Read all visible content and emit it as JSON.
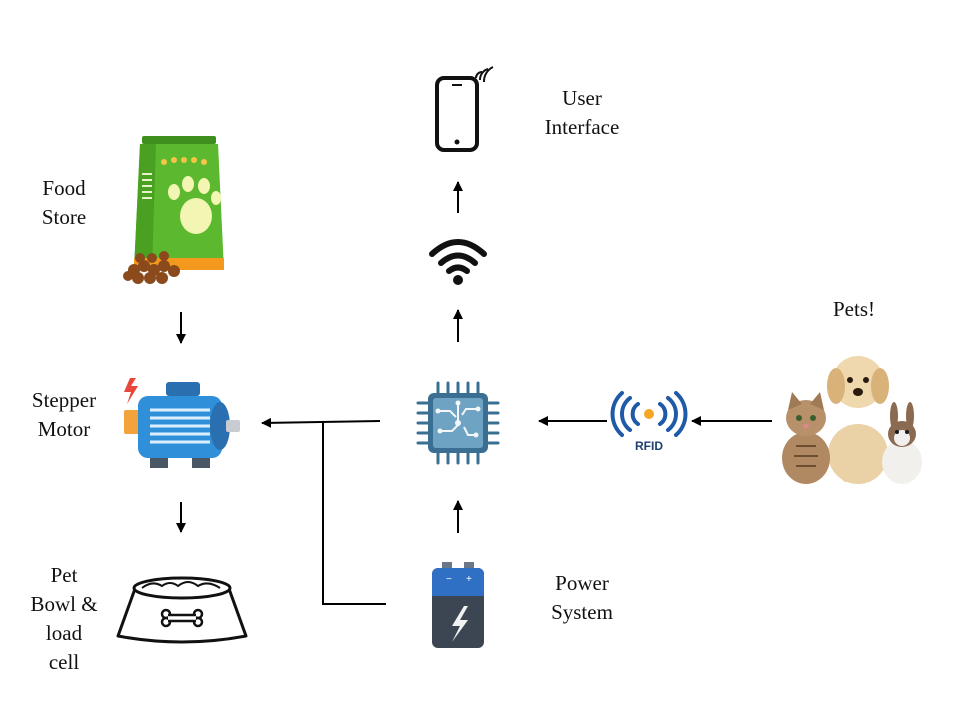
{
  "labels": {
    "user_interface": "User\nInterface",
    "food_store": "Food\nStore",
    "pets": "Pets!",
    "stepper_motor": "Stepper\nMotor",
    "power_system": "Power\nSystem",
    "pet_bowl": "Pet\nBowl &\nload\ncell",
    "rfid": "RFID"
  },
  "icons": {
    "phone": "smartphone-icon",
    "wifi": "wifi-icon",
    "mcu": "microcontroller-chip-icon",
    "rfid": "rfid-icon",
    "food": "pet-food-bag-icon",
    "motor": "stepper-motor-icon",
    "bowl": "pet-bowl-icon",
    "battery": "battery-icon",
    "pets": "pets-photo-icon"
  },
  "colors": {
    "arrow": "#000000",
    "bag_green": "#5cb82e",
    "motor_blue": "#2f8fd8",
    "chip_blue": "#3a6f93",
    "battery_blue": "#2f6fc4",
    "rfid_blue": "#1f5aa8",
    "rfid_orange": "#f6a623"
  }
}
